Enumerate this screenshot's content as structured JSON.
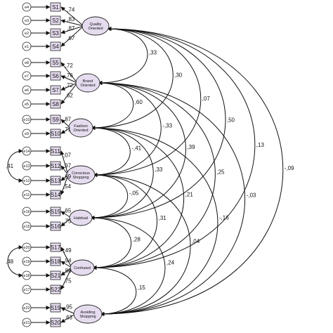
{
  "latents": [
    {
      "id": "q",
      "label_lines": [
        "Quality",
        "Oriented"
      ]
    },
    {
      "id": "b",
      "label_lines": [
        "Brand",
        "Oriented"
      ]
    },
    {
      "id": "f",
      "label_lines": [
        "Fashion",
        "Oriented"
      ]
    },
    {
      "id": "c",
      "label_lines": [
        "Conscious",
        "Shopping"
      ]
    },
    {
      "id": "h",
      "label_lines": [
        "Habitual"
      ]
    },
    {
      "id": "cf",
      "label_lines": [
        "Confused"
      ]
    },
    {
      "id": "a",
      "label_lines": [
        "Avoiding",
        "Shopping"
      ]
    }
  ],
  "indicators": [
    {
      "error": "e4",
      "item": "S1",
      "latent": "q",
      "loading": ",74"
    },
    {
      "error": "e3",
      "item": "S2",
      "latent": "q",
      "loading": ",83"
    },
    {
      "error": "e2",
      "item": "S3",
      "latent": "q",
      "loading": ",87"
    },
    {
      "error": "e1",
      "item": "S4",
      "latent": "q",
      "loading": ",67"
    },
    {
      "error": "e8",
      "item": "S5",
      "latent": "b",
      "loading": ",72"
    },
    {
      "error": "e7",
      "item": "S6",
      "latent": "b",
      "loading": ",76"
    },
    {
      "error": "e6",
      "item": "S7",
      "latent": "b",
      "loading": ",72"
    },
    {
      "error": "e5",
      "item": "S8",
      "latent": "b",
      "loading": ",62"
    },
    {
      "error": "e10",
      "item": "S9",
      "latent": "f",
      "loading": ",87"
    },
    {
      "error": "e9",
      "item": "S10",
      "latent": "f",
      "loading": ",71"
    },
    {
      "error": "e14",
      "item": "S11",
      "latent": "c",
      "loading": ",07"
    },
    {
      "error": "e13",
      "item": "S12",
      "latent": "c",
      "loading": ",97"
    },
    {
      "error": "e12",
      "item": "S13",
      "latent": "c",
      "loading": ",69"
    },
    {
      "error": "e11",
      "item": "S14",
      "latent": "c",
      "loading": ",54"
    },
    {
      "error": "e16",
      "item": "S15",
      "latent": "h",
      "loading": ",65"
    },
    {
      "error": "e15",
      "item": "S16",
      "latent": "h",
      "loading": ",75"
    },
    {
      "error": "e20",
      "item": "S17",
      "latent": "cf",
      "loading": ",49"
    },
    {
      "error": "e19",
      "item": "S18",
      "latent": "cf",
      "loading": ",94"
    },
    {
      "error": "e18",
      "item": "S21",
      "latent": "cf",
      "loading": ",86"
    },
    {
      "error": "e17",
      "item": "S22",
      "latent": "cf",
      "loading": ",75"
    },
    {
      "error": "e22",
      "item": "S19",
      "latent": "a",
      "loading": ",95"
    },
    {
      "error": "e21",
      "item": "S20",
      "latent": "a",
      "loading": ",63"
    }
  ],
  "error_covariances": [
    {
      "from": "e14",
      "to": "e12",
      "label": ",41"
    },
    {
      "from": "e20",
      "to": "e18",
      "label": ",48"
    }
  ],
  "correlations": [
    {
      "from": "q",
      "to": "b",
      "label": ",33"
    },
    {
      "from": "q",
      "to": "f",
      "label": ",30"
    },
    {
      "from": "q",
      "to": "c",
      "label": ",07"
    },
    {
      "from": "q",
      "to": "h",
      "label": ",50"
    },
    {
      "from": "q",
      "to": "cf",
      "label": ",13"
    },
    {
      "from": "q",
      "to": "a",
      "label": "-,09"
    },
    {
      "from": "b",
      "to": "f",
      "label": ",60"
    },
    {
      "from": "b",
      "to": "c",
      "label": "-,33"
    },
    {
      "from": "b",
      "to": "h",
      "label": ",39"
    },
    {
      "from": "b",
      "to": "cf",
      "label": ",25"
    },
    {
      "from": "b",
      "to": "a",
      "label": "-,03"
    },
    {
      "from": "f",
      "to": "c",
      "label": "-,41"
    },
    {
      "from": "f",
      "to": "h",
      "label": ",33"
    },
    {
      "from": "f",
      "to": "cf",
      "label": ",21"
    },
    {
      "from": "f",
      "to": "a",
      "label": "-,16"
    },
    {
      "from": "c",
      "to": "h",
      "label": "-,05"
    },
    {
      "from": "c",
      "to": "cf",
      "label": ",31"
    },
    {
      "from": "c",
      "to": "a",
      "label": ",04"
    },
    {
      "from": "h",
      "to": "cf",
      "label": ",28"
    },
    {
      "from": "h",
      "to": "a",
      "label": ",24"
    },
    {
      "from": "cf",
      "to": "a",
      "label": ",15"
    }
  ]
}
